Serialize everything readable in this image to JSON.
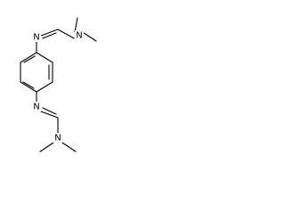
{
  "molecule": {
    "atoms": {
      "n_top_dimethyl": "N",
      "n_top_imine": "N",
      "n_bottom_imine": "N",
      "n_bottom_dimethyl": "N"
    }
  },
  "colors": {
    "bond": "#000000",
    "label": "#000000",
    "background": "#ffffff"
  }
}
